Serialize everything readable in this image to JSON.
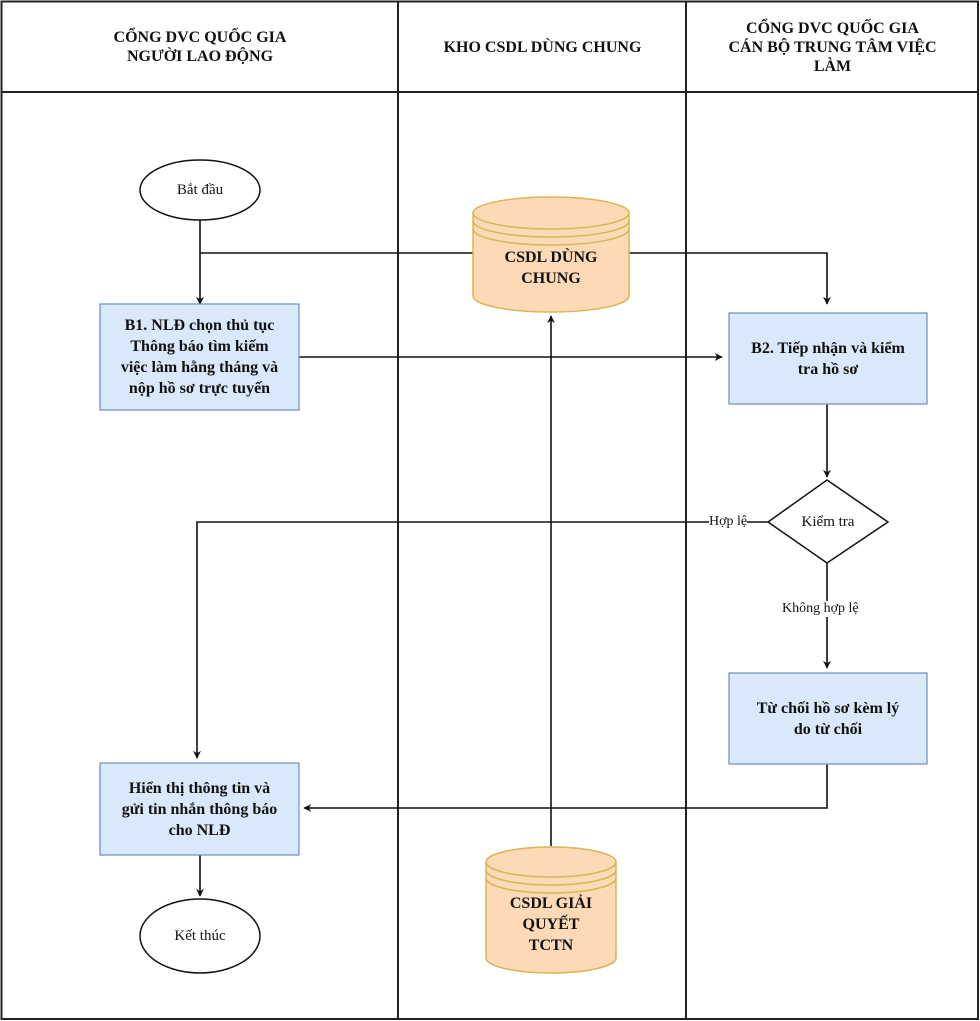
{
  "lanes": [
    {
      "title": "CỔNG DVC QUỐC GIA\nNGƯỜI LAO ĐỘNG"
    },
    {
      "title": "KHO CSDL DÙNG CHUNG"
    },
    {
      "title": "CỔNG DVC QUỐC GIA\nCÁN BỘ TRUNG TÂM VIỆC\nLÀM"
    }
  ],
  "nodes": {
    "start": "Bắt đầu",
    "b1": "B1. NLĐ chọn thủ tục\nThông báo tìm kiếm\nviệc làm hằng tháng và\nnộp hồ sơ trực tuyến",
    "csdl_shared": "CSDL DÙNG\nCHUNG",
    "b2": "B2. Tiếp nhận và kiểm\ntra hồ sơ",
    "check": "Kiểm tra",
    "reject": "Từ chối hồ sơ kèm lý\ndo từ chối",
    "display": "Hiển thị thông tin và\ngửi tin nhắn thông báo\ncho NLĐ",
    "end": "Kết thúc",
    "csdl_tctn": "CSDL GIẢI\nQUYẾT\nTCTN"
  },
  "edge_labels": {
    "valid": "Hợp lệ",
    "invalid": "Không hợp lệ"
  },
  "colors": {
    "process_fill": "#dae8fc",
    "process_stroke": "#6c8ebf",
    "db_fill": "#fdd9b5",
    "db_stroke": "#d6b656",
    "line": "#111111"
  }
}
